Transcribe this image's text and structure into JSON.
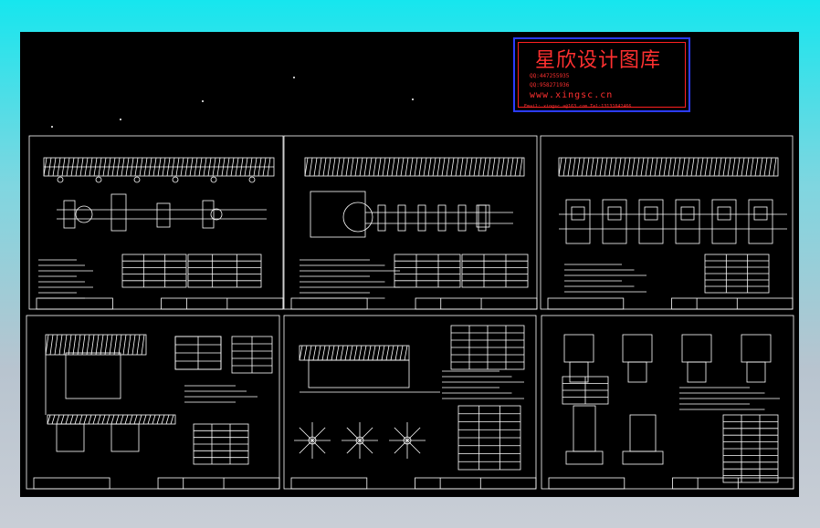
{
  "watermark": {
    "title": "星欣设计图库",
    "qq_line_1": "QQ:447255935",
    "qq_line_2": "QQ:958271936",
    "url": "www.xingsc.cn",
    "email_line": "Email: xingsc.a@163.com  Tel:13131042466"
  },
  "colors": {
    "page_bg_top": "#16e6ee",
    "page_bg_bottom": "#c9ced6",
    "canvas": "#000000",
    "lines": "#ffffff",
    "stamp_border": "#2b3cff",
    "stamp_text": "#ff3030"
  },
  "sheets": [
    {
      "id": "sheet-1",
      "content": "plan-and-elevation-with-pipes"
    },
    {
      "id": "sheet-2",
      "content": "plan-with-large-circle"
    },
    {
      "id": "sheet-3",
      "content": "plan-with-square-blocks"
    },
    {
      "id": "sheet-4",
      "content": "sections-and-table"
    },
    {
      "id": "sheet-5",
      "content": "detail-and-star-patterns"
    },
    {
      "id": "sheet-6",
      "content": "column-details-and-table"
    }
  ]
}
